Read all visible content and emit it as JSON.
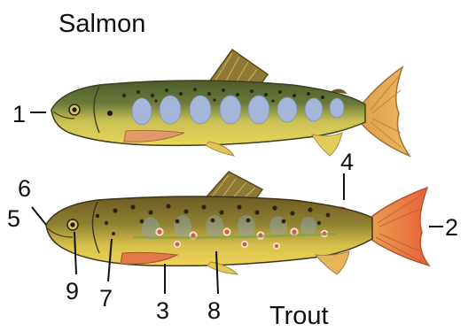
{
  "titles": {
    "salmon": "Salmon",
    "trout": "Trout"
  },
  "labels": [
    "1",
    "2",
    "3",
    "4",
    "5",
    "6",
    "7",
    "8",
    "9"
  ],
  "colors": {
    "salmon_back": "#54622f",
    "salmon_belly": "#e2cf4e",
    "salmon_parr": "#a8b7d8",
    "trout_back": "#7a6a2c",
    "trout_belly": "#e8c84a",
    "trout_spot_red": "#d8574a",
    "fin_orange": "#e6a24c",
    "tail_red": "#e0633c",
    "dorsal_fin": "#8e7a35"
  }
}
